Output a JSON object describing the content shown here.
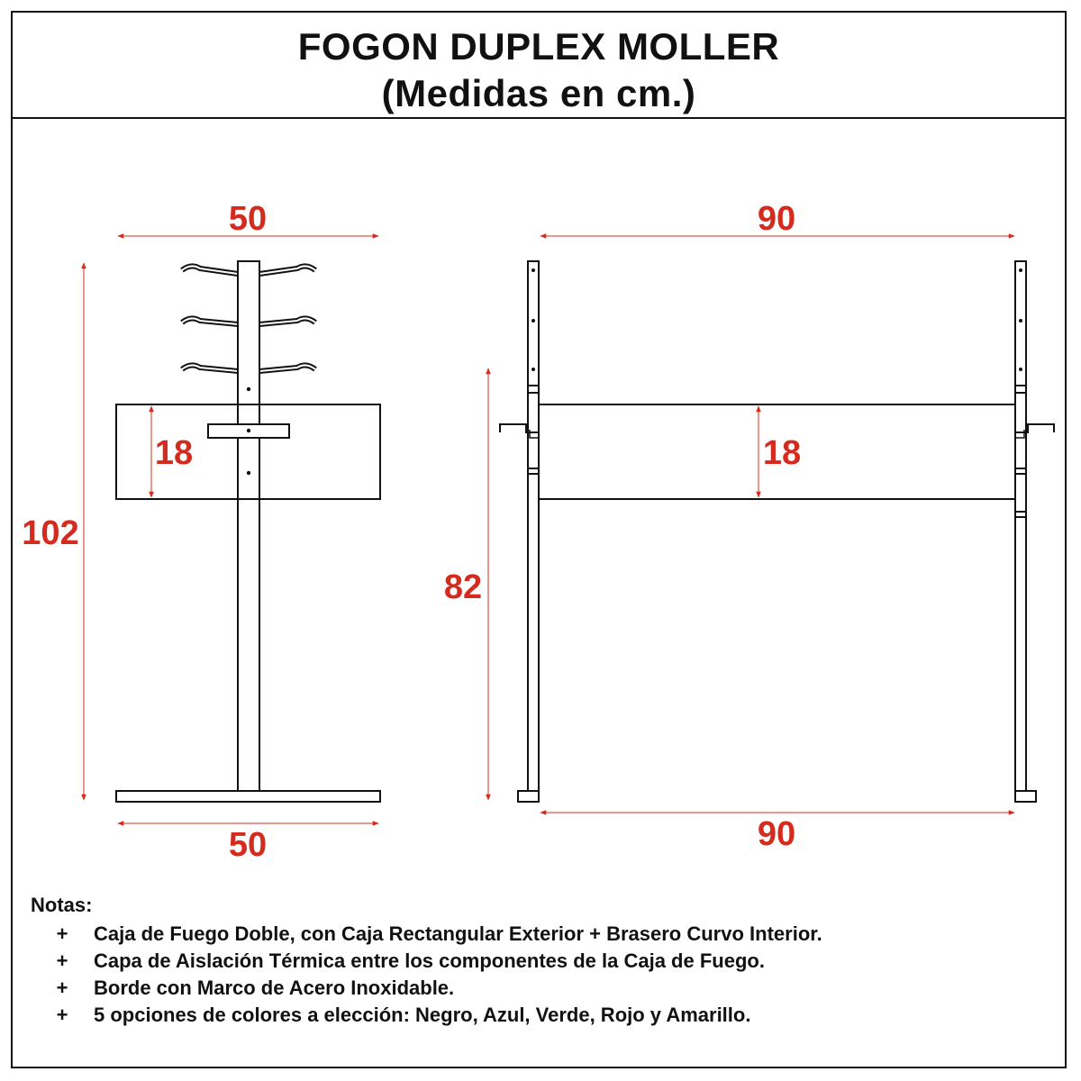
{
  "header": {
    "title": "FOGON DUPLEX MOLLER",
    "subtitle": "(Medidas en cm.)"
  },
  "dimensions": {
    "side_top_width": "50",
    "side_bottom_width": "50",
    "side_total_height": "102",
    "side_box_height": "18",
    "front_top_width": "90",
    "front_bottom_width": "90",
    "front_leg_height": "82",
    "front_box_height": "18"
  },
  "notes": {
    "title": "Notas:",
    "bullet": "+",
    "items": [
      "Caja de Fuego Doble, con Caja Rectangular Exterior + Brasero Curvo Interior.",
      "Capa de Aislación Térmica entre los componentes de la Caja de Fuego.",
      "Borde con Marco de Acero Inoxidable.",
      "5 opciones de colores a elección: Negro, Azul, Verde, Rojo y Amarillo."
    ]
  },
  "colors": {
    "dimension": "#d52b1e",
    "line": "#111111",
    "background": "#ffffff"
  }
}
